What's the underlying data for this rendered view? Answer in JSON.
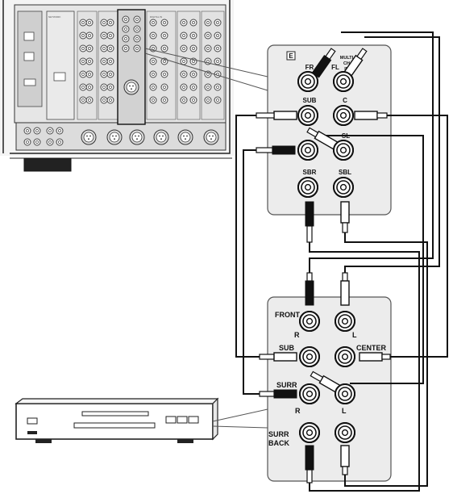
{
  "receiver_panel": {
    "panel_letter": "E",
    "multi_ch_in": [
      "MULTI",
      "CH",
      "IN"
    ],
    "jacks": {
      "fr": "FR",
      "fl": "FL",
      "sub": "SUB",
      "c": "C",
      "sl": "SL",
      "sbr": "SBR",
      "sbl": "SBL"
    }
  },
  "player_panel": {
    "front": "FRONT",
    "front_r": "R",
    "front_l": "L",
    "sub": "SUB",
    "center": "CENTER",
    "surr": "SURR",
    "surr_r": "R",
    "surr_l": "L",
    "surr_back": [
      "SURR",
      "BACK"
    ]
  }
}
